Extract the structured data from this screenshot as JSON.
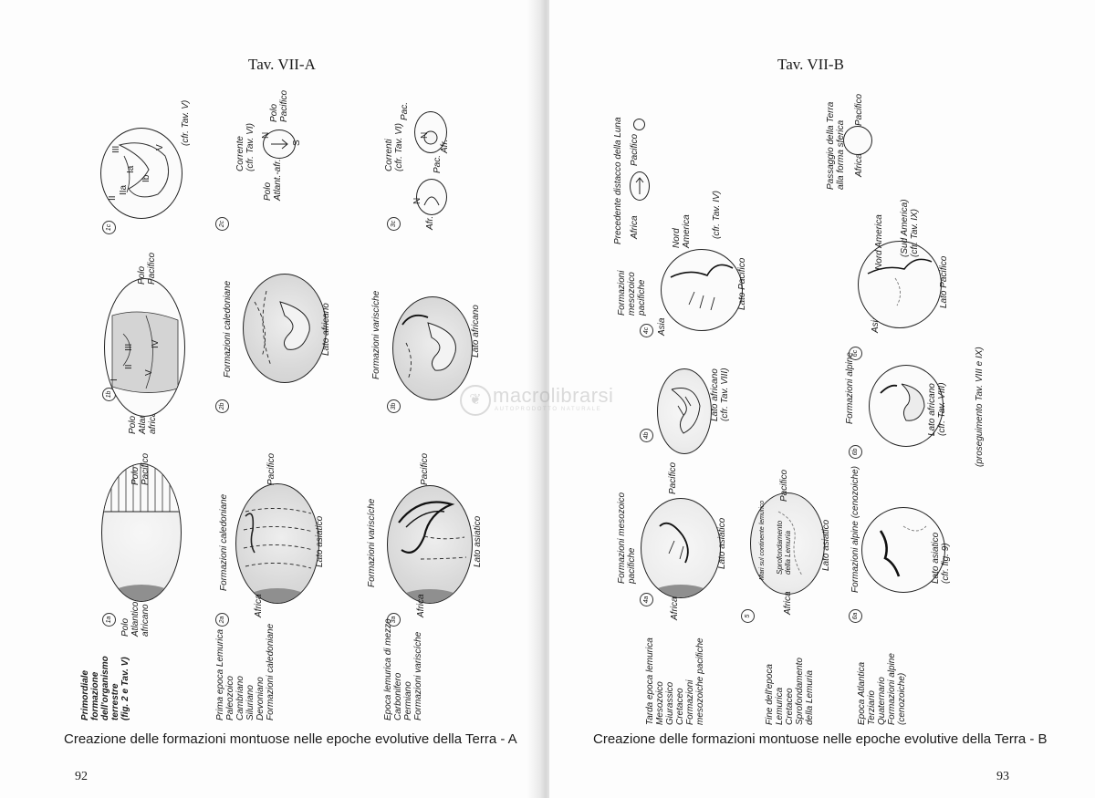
{
  "left_page": {
    "title": "Tav. VII-A",
    "caption": "Creazione delle formazioni montuose nelle epoche evolutive della Terra - A",
    "page_number": "92",
    "row1": {
      "description": "Primordiale\nformazione\ndell'organismo\nterrestre\n(fig. 2 e Tav. V)",
      "fig_1a": {
        "num": "1a",
        "top": "Polo\nPacifico",
        "bottom": "Polo\nAtlantico-\nafricano"
      },
      "fig_1b": {
        "num": "1b",
        "top": "Polo\nPacifico",
        "bottom": "Polo\nAtlantico-\nafricano",
        "regions": [
          "I",
          "II",
          "III",
          "IV",
          "V"
        ]
      },
      "fig_1c": {
        "num": "1c",
        "ref": "(cfr. Tav. V)",
        "regions": [
          "Ia",
          "Ib",
          "II",
          "IIa",
          "III",
          "V"
        ]
      }
    },
    "row2": {
      "description": "Prima epoca Lemurica\nPaleozoico\nCambriano\nSiluriano\nDevoniano\nFormazioni caledoniane",
      "fig_2a": {
        "num": "2a",
        "formation": "Formazioni caledoniane",
        "left": "Africa",
        "right": "Pacifico",
        "side": "Lato asiatico"
      },
      "fig_2b": {
        "num": "2b",
        "formation": "Formazioni caledoniane",
        "side": "Lato africano"
      },
      "fig_2c": {
        "num": "2c",
        "currents": "Corrente\n(cfr. Tav. VI)",
        "left_pole": "Polo\nAtlant.-afr.",
        "right_pole": "Polo\nPacifico",
        "n": "N",
        "s": "S"
      }
    },
    "row3": {
      "description": "Epoca lemurica di mezzo\nCarbonifero\nPermiano\nFormazioni variscíche",
      "fig_3a": {
        "num": "3a",
        "formation": "Formazioni variscíche",
        "left": "Africa",
        "right": "Pacifico",
        "side": "Lato asiatico"
      },
      "fig_3b": {
        "num": "3b",
        "formation": "Formazioni variscíche",
        "side": "Lato africano"
      },
      "fig_3c": {
        "num": "3c",
        "currents": "Correnti\n(cfr. Tav. VI)",
        "n": "N",
        "afr": "Afr.",
        "pac": "Pac.",
        "n2": "N",
        "afr2": "Afr.",
        "pac2": "Pac."
      }
    }
  },
  "right_page": {
    "title": "Tav. VII-B",
    "caption": "Creazione delle formazioni montuose nelle epoche evolutive della Terra - B",
    "page_number": "93",
    "row4": {
      "description": "Tarda epoca lemurica\nMesozoico\nGiurassico\nCretaceo\nFormazioni\nmesozoiche pacifiche",
      "fig_4a": {
        "num": "4a",
        "formation": "Formazioni mesozoico\npacifiche",
        "left": "Africa",
        "right": "Pacifico",
        "side": "Lato asiatico"
      },
      "fig_4b": {
        "num": "4b",
        "side": "Lato africano\n(cfr. Tav. VIII)"
      },
      "fig_4c": {
        "num": "4c",
        "formation": "Formazioni\nmesozoico\npacifiche",
        "left": "Asia",
        "right": "Nord\nAmerica",
        "side": "Lato Pacifico",
        "ref": "(cfr. Tav. IV)",
        "moon_title": "Precedente distacco della Luna",
        "moon_africa": "Africa",
        "moon_pacifico": "Pacifico"
      }
    },
    "row5": {
      "description": "Fine dell'epoca\nLemurica\nCretaceo\nSprofondamento\ndella Lemuria",
      "fig_5": {
        "num": "5",
        "inside1": "Mari sul continente lemurico",
        "inside2": "Sprofondamento\ndella Lemuria",
        "left": "Africa",
        "right": "Pacifico",
        "side": "Lato asiatico"
      }
    },
    "row6": {
      "description": "Epoca Atlantica\nTerziario\nQuaternario\nFormazioni alpine\n(cenozoiche)",
      "fig_6a": {
        "num": "6a",
        "formation": "Formazioni alpine (cenozoiche)",
        "side": "Lato asiatico\n(cfr. fig. 9)"
      },
      "fig_6b": {
        "num": "6b",
        "formation": "Formazioni alpine",
        "side": "Lato africano\n(cfr. Tav. VIII)",
        "continuation": "(proseguimento Tav. VIII e IX)"
      },
      "fig_6c": {
        "num": "6c",
        "left": "Asia",
        "top": "Nord America",
        "sud": "(Sud America)\n(cfr. Tav. IX)",
        "side": "Lato Pacifico",
        "sphere_title": "Passaggio della Terra\nalla forma sferica",
        "sphere_africa": "Africa",
        "sphere_pacifico": "Pacifico"
      }
    }
  },
  "watermark": {
    "brand": "macrolibrarsi",
    "tagline": "AUTOPRODOTTO NATURALE"
  }
}
